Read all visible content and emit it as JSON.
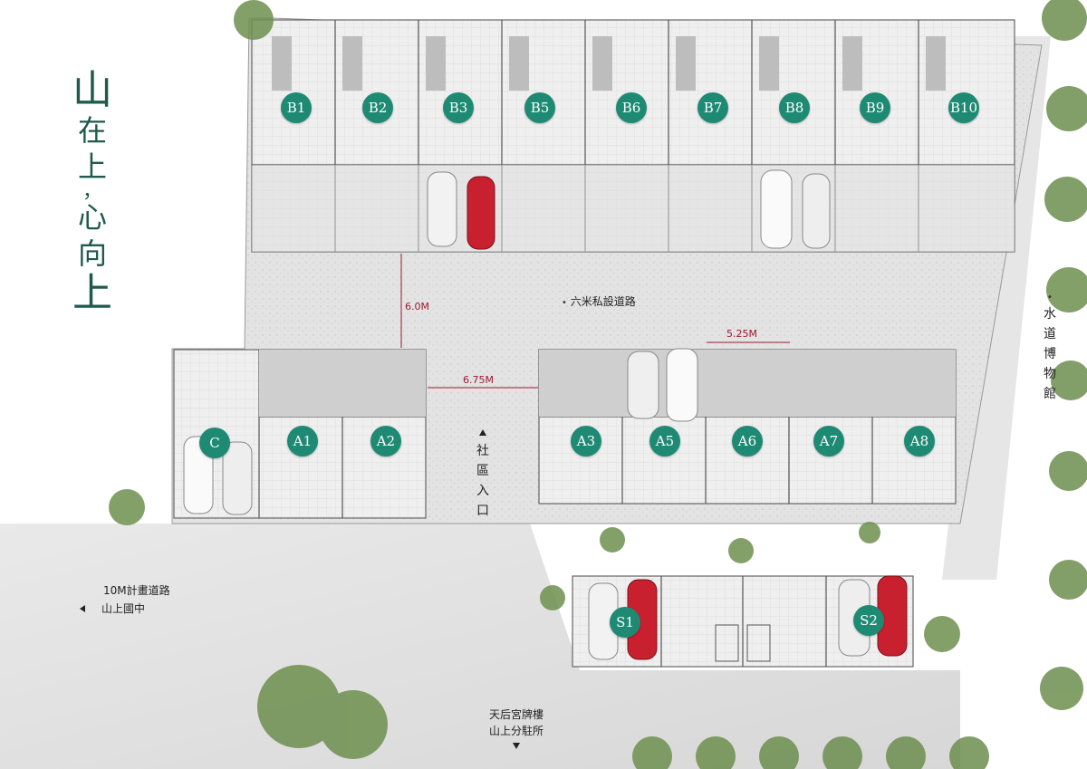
{
  "slogan": {
    "c1": "山",
    "c2": "在",
    "c3": "上",
    "c4": "，",
    "c5": "心",
    "c6": "向",
    "c7": "上"
  },
  "units_b": [
    "B1",
    "B2",
    "B3",
    "B5",
    "B6",
    "B7",
    "B8",
    "B9",
    "B10"
  ],
  "units_a": [
    "C",
    "A1",
    "A2",
    "A3",
    "A5",
    "A6",
    "A7",
    "A8"
  ],
  "units_s": [
    "S1",
    "S2"
  ],
  "roads": {
    "private_road": "六米私設道路",
    "planned_road": "10M計畫道路",
    "planned_road_sub": "山上國中",
    "community_entrance": "社區入口",
    "museum": "水道博物館",
    "temple_gate": "天后宮牌樓",
    "police": "山上分駐所"
  },
  "dimensions": {
    "road_width": "6.0M",
    "gap_width": "6.75M",
    "unit_width": "5.25M"
  },
  "icons": {
    "entrance_arrow": "triangle-up-icon",
    "road_arrow": "triangle-left-icon",
    "south_arrow": "triangle-down-icon"
  },
  "colors": {
    "badge": "#1f8a73",
    "dimension": "#9b1b30",
    "slogan": "#1f5a4d",
    "car_red": "#c8202f"
  }
}
